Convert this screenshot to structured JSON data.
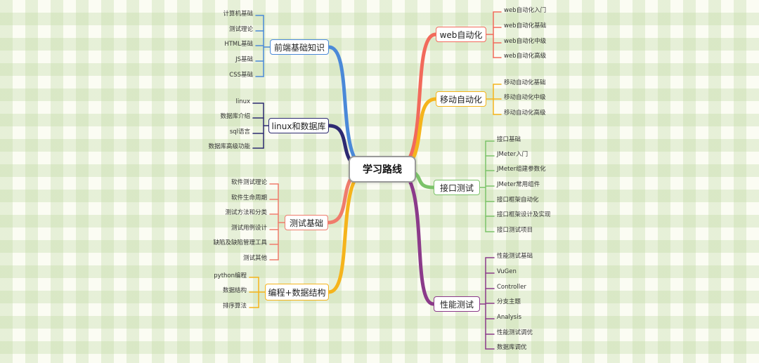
{
  "center": "学习路线",
  "left_branches": [
    {
      "label": "前端基础知识",
      "color": "#4a89d8",
      "children": [
        "计算机基础",
        "测试理论",
        "HTML基础",
        "JS基础",
        "CSS基础"
      ]
    },
    {
      "label": "linux和数据库",
      "color": "#2d2a72",
      "children": [
        "linux",
        "数据库介绍",
        "sql语言",
        "数据库高级功能"
      ]
    },
    {
      "label": "测试基础",
      "color": "#f07c6c",
      "children": [
        "软件测试理论",
        "软件生命周期",
        "测试方法和分类",
        "测试用例设计",
        "缺陷及缺陷管理工具",
        "测试其他"
      ]
    },
    {
      "label": "编程+数据结构",
      "color": "#f5b41c",
      "children": [
        "python编程",
        "数据结构",
        "排序算法"
      ]
    }
  ],
  "right_branches": [
    {
      "label": "web自动化",
      "color": "#f26a5b",
      "children": [
        "web自动化入门",
        "web自动化基础",
        "web自动化中级",
        "web自动化高级"
      ]
    },
    {
      "label": "移动自动化",
      "color": "#f5b41c",
      "children": [
        "移动自动化基础",
        "移动自动化中级",
        "移动自动化高级"
      ]
    },
    {
      "label": "接口测试",
      "color": "#7cc36a",
      "children": [
        "接口基础",
        "JMeter入门",
        "JMeter组建参数化",
        "JMeter常用组件",
        "接口框架自动化",
        "接口框架设计及实现",
        "接口测试项目"
      ]
    },
    {
      "label": "性能测试",
      "color": "#8b3a8a",
      "children": [
        "性能测试基础",
        "VuGen",
        "Controller",
        "分支主题",
        "Analysis",
        "性能测试调优",
        "数据库调优"
      ]
    }
  ]
}
